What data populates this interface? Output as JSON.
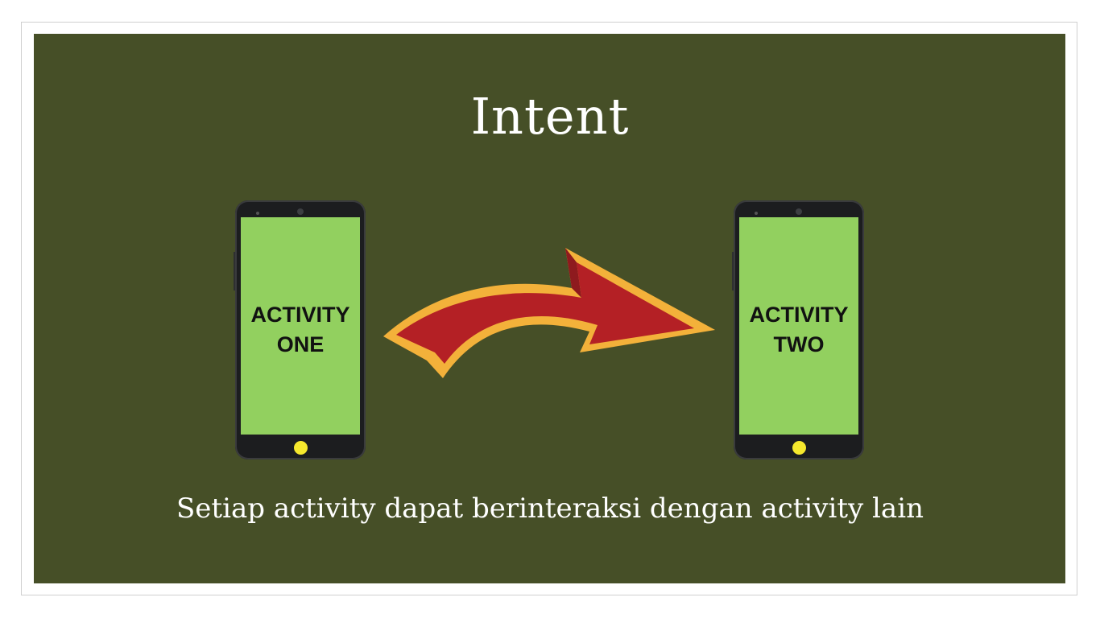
{
  "slide": {
    "title": "Intent",
    "subtitle": "Setiap activity dapat berinteraksi dengan activity lain",
    "background_color": "#464f27"
  },
  "phones": [
    {
      "screen_label": "ACTIVITY\nONE",
      "screen_color": "#92d05f",
      "home_button_color": "#f6e82d"
    },
    {
      "screen_label": "ACTIVITY\nTWO",
      "screen_color": "#92d05f",
      "home_button_color": "#f6e82d"
    }
  ],
  "arrow": {
    "icon": "curved-arrow-right-icon",
    "fill_color": "#b42025",
    "outline_color": "#f3b13a"
  }
}
